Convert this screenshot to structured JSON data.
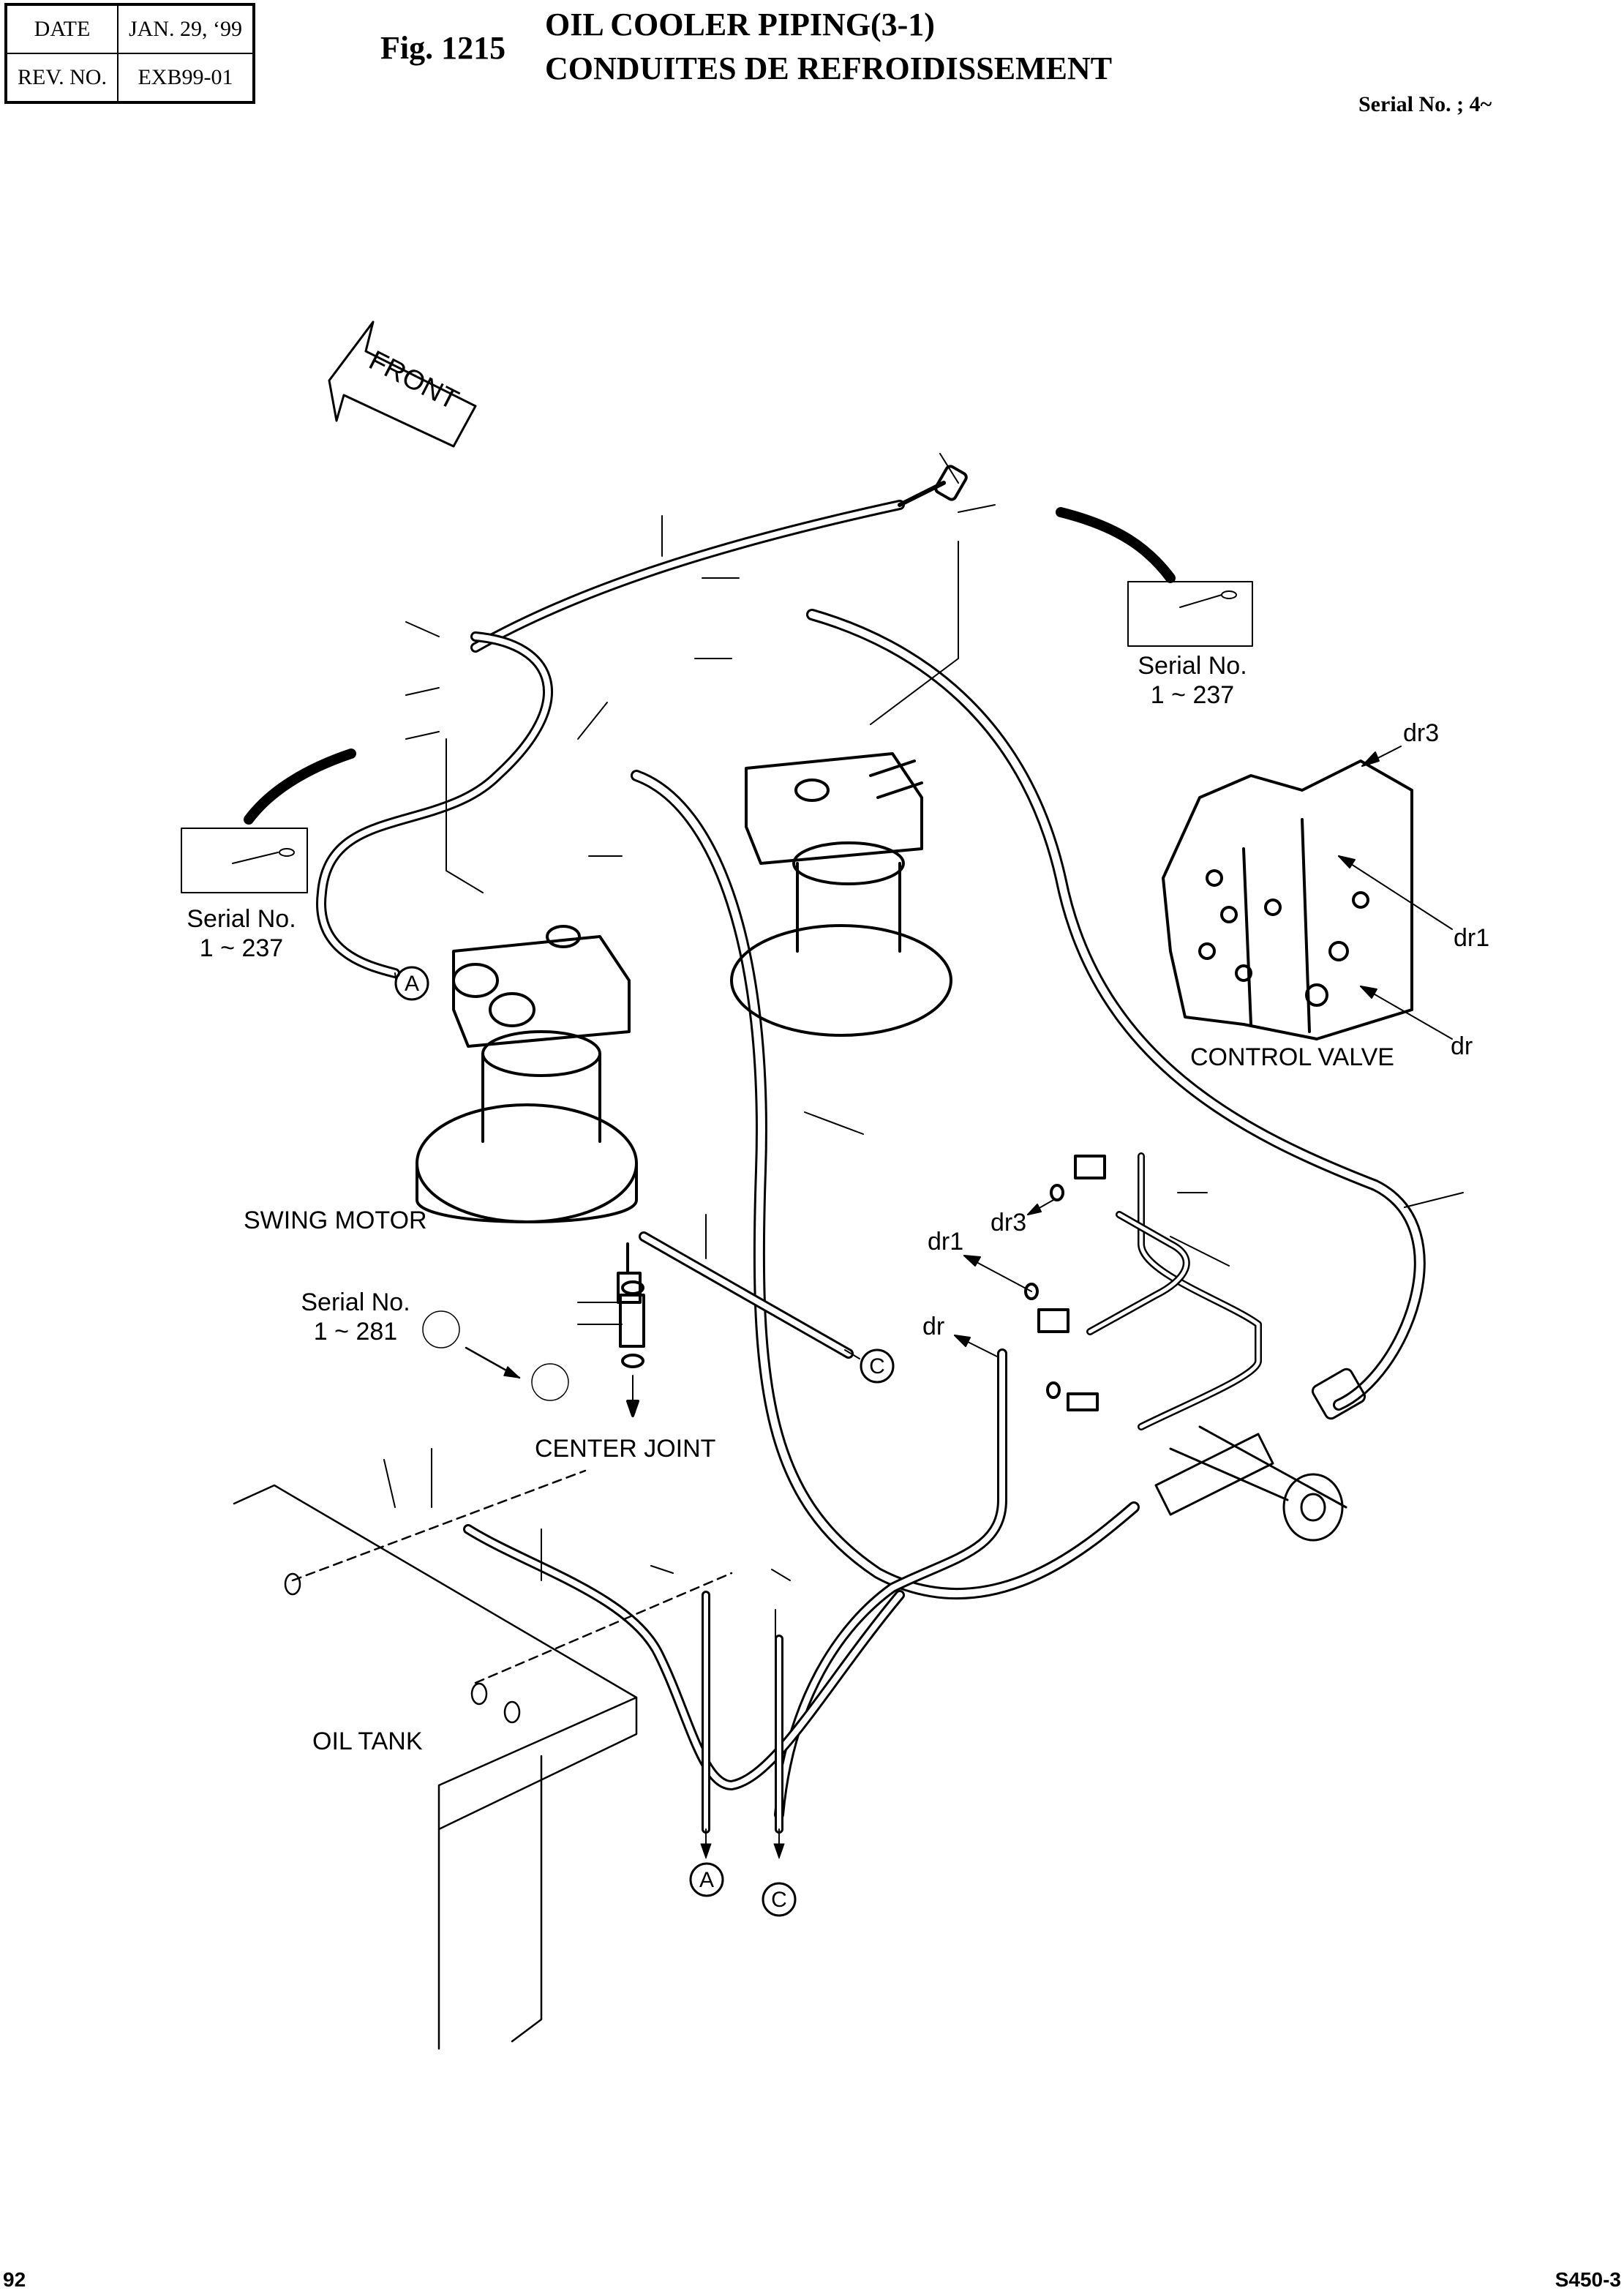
{
  "header": {
    "date_label": "DATE",
    "date_value": "JAN. 29, ‘99",
    "rev_label": "REV. NO.",
    "rev_value": "EXB99-01",
    "figure_number": "Fig. 1215",
    "title_en": "OIL COOLER PIPING(3-1)",
    "title_fr": "CONDUITES DE REFROIDISSEMENT",
    "serial_range": "Serial No. ; 4~"
  },
  "diagram": {
    "front_arrow": "FRONT",
    "components": {
      "swing_motor": "SWING MOTOR",
      "control_valve": "CONTROL VALVE",
      "center_joint": "CENTER JOINT",
      "oil_tank": "OIL TANK"
    },
    "insets": [
      {
        "label": "Serial No.",
        "range": "1 ~ 237"
      },
      {
        "label": "Serial No.",
        "range": "1 ~ 237"
      },
      {
        "label": "Serial No.",
        "range": "1 ~ 281"
      }
    ],
    "port_labels": {
      "cv_dr3": "dr3",
      "cv_dr1": "dr1",
      "cv_dr": "dr",
      "fit_dr3": "dr3",
      "fit_dr1": "dr1",
      "fit_dr": "dr"
    },
    "connectors": {
      "a_top": "A",
      "c_mid": "C",
      "a_bottom": "A",
      "c_bottom": "C"
    }
  },
  "footer": {
    "page_number": "92",
    "model": "S450-3"
  }
}
